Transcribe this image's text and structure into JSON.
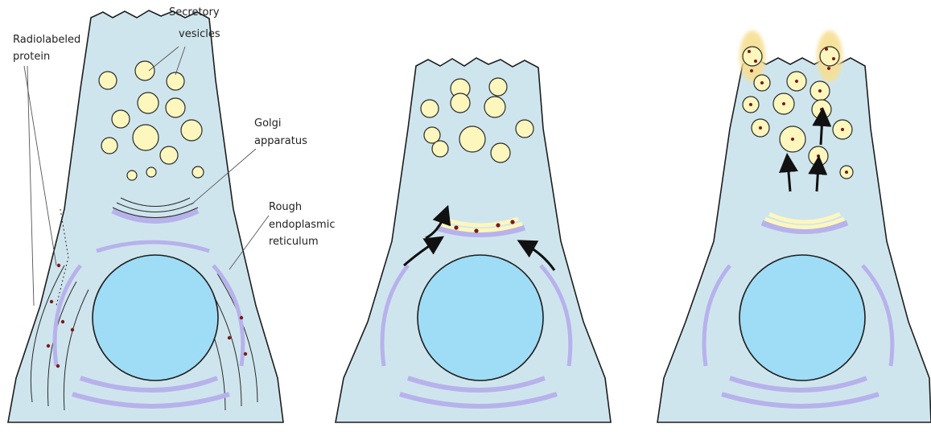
{
  "labels": {
    "secretory_vesicles": [
      "Secretory",
      "vesicles"
    ],
    "radiolabeled_protein": [
      "Radiolabeled",
      "protein"
    ],
    "golgi_apparatus": [
      "Golgi",
      "apparatus"
    ],
    "rough_er": [
      "Rough",
      "endoplasmic",
      "reticulum"
    ]
  },
  "colors": {
    "cytoplasm": "#cfe5ee",
    "nucleus": "#9fdcf5",
    "er": "#b7b2eb",
    "vesicle": "#fdf7bd",
    "vesicle_glow": "#f7df93",
    "radiolabel": "#7a1a1a",
    "outline": "#1d1d1d",
    "arrow": "#111111"
  },
  "panels": [
    {
      "stage": 1,
      "labeled_compartment": "rough-endoplasmic-reticulum"
    },
    {
      "stage": 2,
      "labeled_compartment": "golgi-apparatus"
    },
    {
      "stage": 3,
      "labeled_compartment": "secretory-vesicles"
    }
  ]
}
